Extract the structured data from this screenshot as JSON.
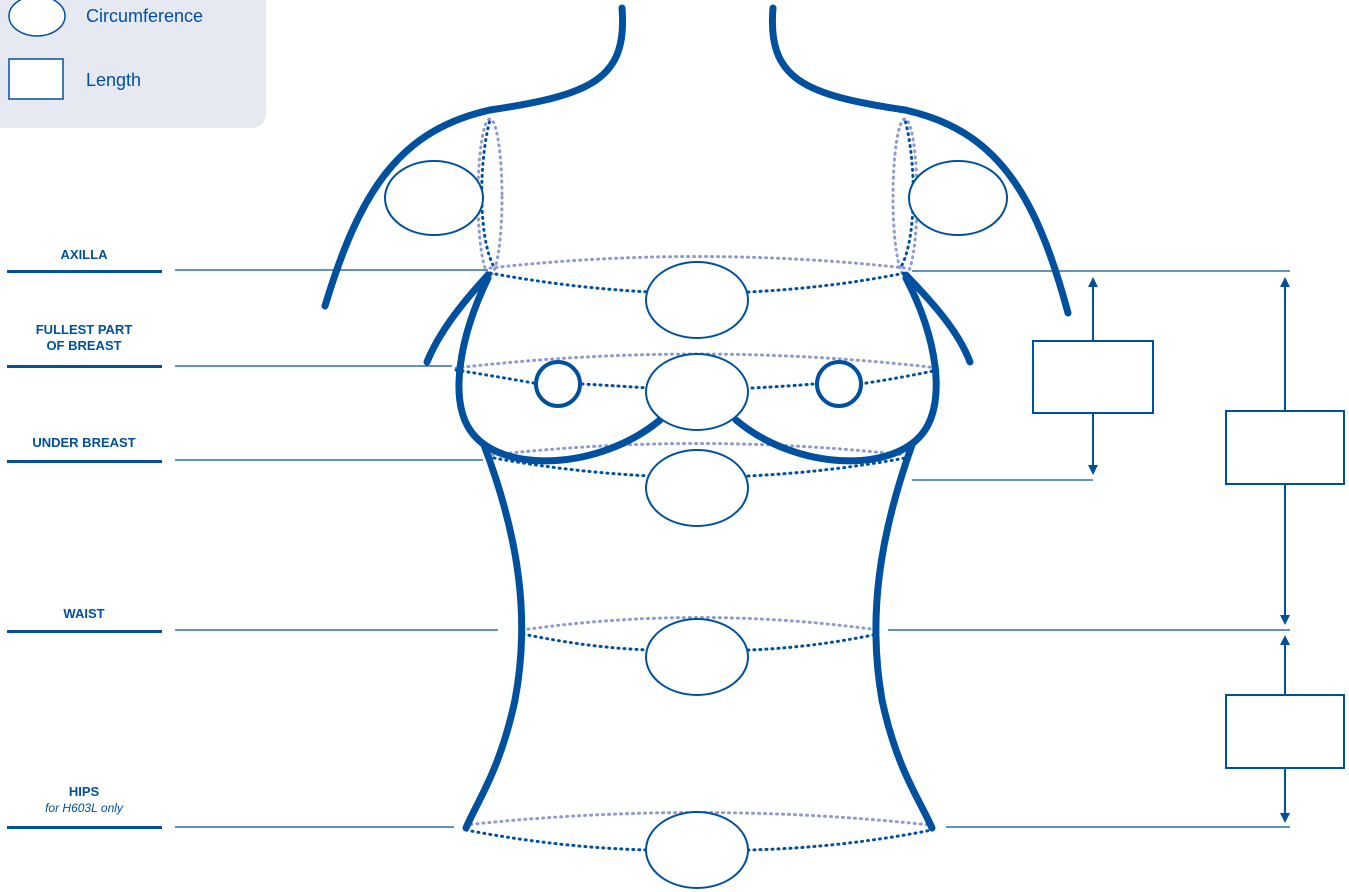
{
  "legend": {
    "circumference_label": "Circumference",
    "length_label": "Length"
  },
  "levels": {
    "axilla": "AXILLA",
    "fullest_line1": "FULLEST PART",
    "fullest_line2": "OF BREAST",
    "under_breast": "UNDER BREAST",
    "waist": "WAIST",
    "hips": "HIPS",
    "hips_note": "for H603L only"
  },
  "colors": {
    "primary": "#0050a0",
    "dotted_back": "#8f9bd0",
    "legend_bg": "#e6e9f2"
  }
}
